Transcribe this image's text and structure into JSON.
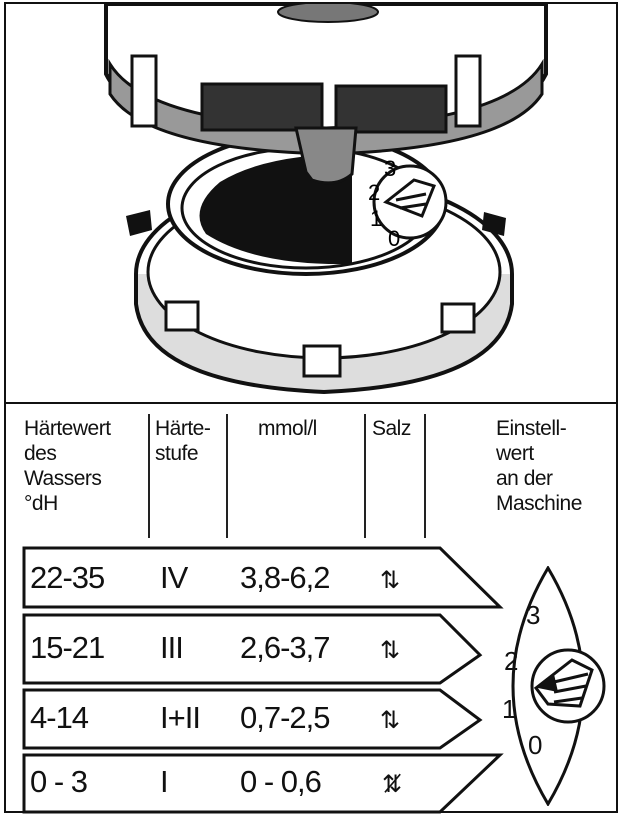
{
  "table": {
    "headers": [
      {
        "id": "haertewert",
        "lines": [
          "Härtewert",
          "des",
          "Wassers",
          "°dH"
        ]
      },
      {
        "id": "haertestufe",
        "lines": [
          "Härte-",
          "stufe"
        ]
      },
      {
        "id": "mmol",
        "lines": [
          "mmol/l"
        ]
      },
      {
        "id": "salz",
        "lines": [
          "Salz"
        ]
      },
      {
        "id": "einstellwert",
        "lines": [
          "Einstell-",
          "wert",
          "an der",
          "Maschine"
        ]
      }
    ],
    "rows": [
      {
        "dH": "22-35",
        "stufe": "IV",
        "mmol": "3,8-6,2",
        "salt_icon": "salt-symbol-icon"
      },
      {
        "dH": "15-21",
        "stufe": "III",
        "mmol": "2,6-3,7",
        "salt_icon": "salt-symbol-icon"
      },
      {
        "dH": "4-14",
        "stufe": "I+II",
        "mmol": "0,7-2,5",
        "salt_icon": "salt-symbol-icon"
      },
      {
        "dH": "0 - 3",
        "stufe": "I",
        "mmol": "0 - 0,6",
        "salt_icon": "salt-crossed-icon"
      }
    ]
  },
  "illustration": {
    "dial_labels": [
      "3",
      "2",
      "1",
      "0"
    ]
  },
  "setting_dial": {
    "labels": [
      "3",
      "2",
      "1",
      "0"
    ]
  },
  "icons": {
    "salt": "salt-symbol-icon",
    "no_salt": "salt-crossed-icon"
  }
}
